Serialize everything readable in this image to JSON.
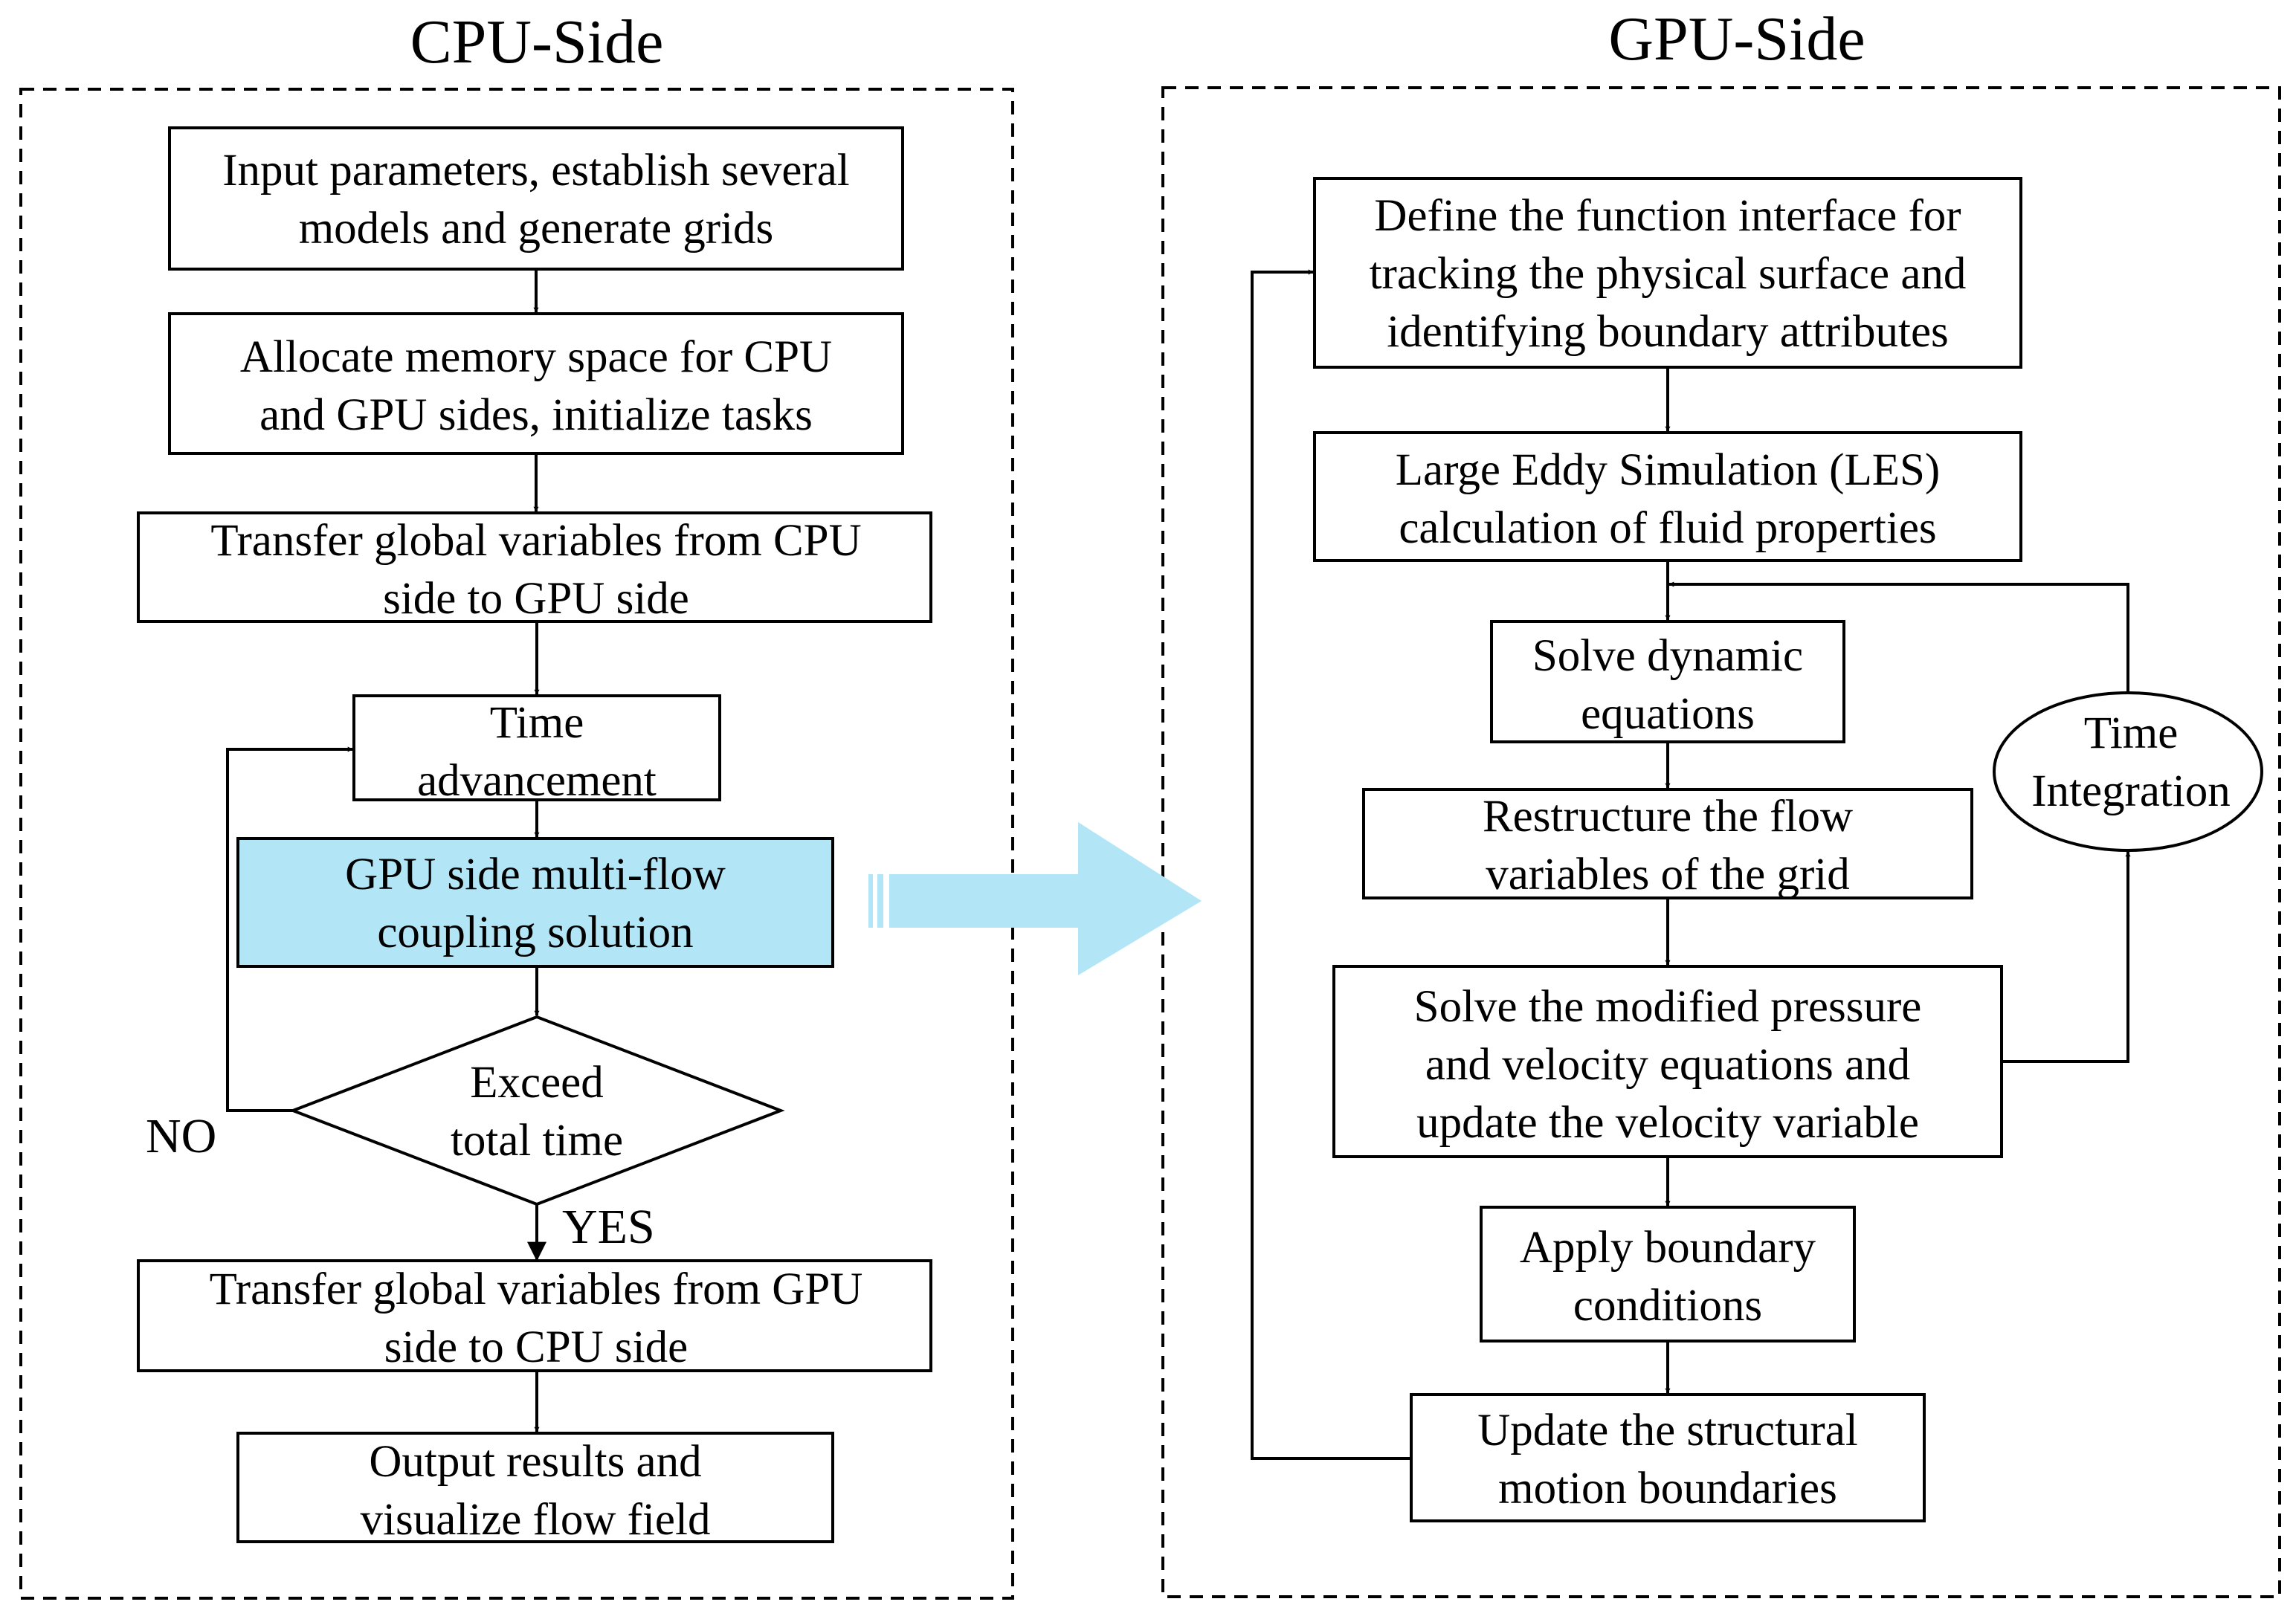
{
  "cpu": {
    "title": "CPU-Side",
    "steps": {
      "input": [
        "Input parameters, establish several",
        "models and generate grids"
      ],
      "allocate": [
        "Allocate memory space for CPU",
        "and GPU sides, initialize tasks"
      ],
      "transfer_in": [
        "Transfer global variables from CPU",
        "side to GPU side"
      ],
      "time_adv": [
        "Time",
        "advancement"
      ],
      "gpu_solve": [
        "GPU side multi-flow",
        "coupling solution"
      ],
      "exceed": [
        "Exceed",
        "total time"
      ],
      "transfer_out": [
        "Transfer global variables from GPU",
        "side to CPU side"
      ],
      "output": [
        "Output results and",
        "visualize flow field"
      ]
    },
    "no_label": "NO",
    "yes_label": "YES"
  },
  "gpu": {
    "title": "GPU-Side",
    "steps": {
      "define": [
        "Define the function interface for",
        "tracking the physical surface and",
        "identifying boundary attributes"
      ],
      "les": [
        "Large Eddy Simulation (LES)",
        "calculation of fluid properties"
      ],
      "dynamic": [
        "Solve dynamic",
        "equations"
      ],
      "restructure": [
        "Restructure the flow",
        "variables of the grid"
      ],
      "pressure": [
        "Solve the modified pressure",
        "and velocity equations and",
        "update the velocity variable"
      ],
      "boundary": [
        "Apply boundary",
        "conditions"
      ],
      "update": [
        "Update the structural",
        "motion boundaries"
      ],
      "time_int": [
        "Time",
        "Integration"
      ]
    }
  },
  "colors": {
    "highlight_fill": "#b2e5f6",
    "big_arrow": "#b2e5f6"
  }
}
